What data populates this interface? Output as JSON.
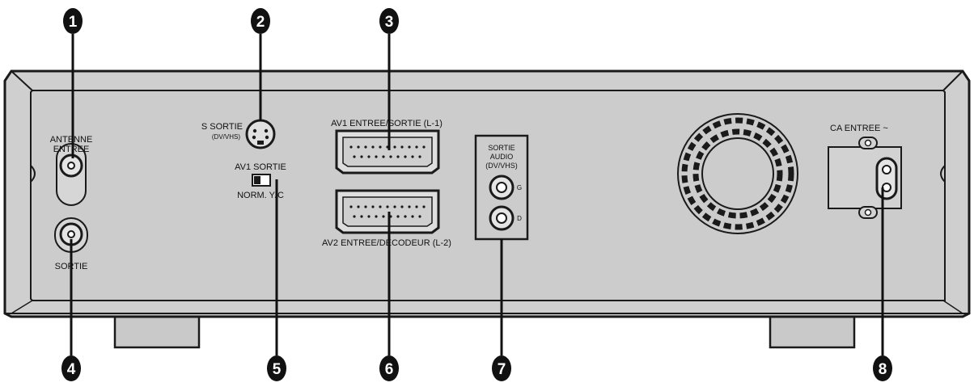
{
  "callouts": [
    "1",
    "2",
    "3",
    "4",
    "5",
    "6",
    "7",
    "8"
  ],
  "labels": {
    "antenna_in_1": "ANTENNE",
    "antenna_in_2": "ENTREE",
    "antenna_out": "SORTIE",
    "s_out": "S SORTIE",
    "s_out_sub": "(DV/VHS)",
    "av1_sortie": "AV1 SORTIE",
    "av1_switch": "NORM. Y/C",
    "av1_scart": "AV1 ENTREE/SORTIE (L-1)",
    "av2_scart": "AV2 ENTREE/DECODEUR (L-2)",
    "audio_1": "SORTIE",
    "audio_2": "AUDIO",
    "audio_3": "(DV/VHS)",
    "audio_g": "G",
    "audio_d": "D",
    "ac_in": "CA ENTREE ~"
  },
  "colors": {
    "panel": "#cfcfcf",
    "panel_edge": "#1a1a1a",
    "callout": "#111111"
  }
}
